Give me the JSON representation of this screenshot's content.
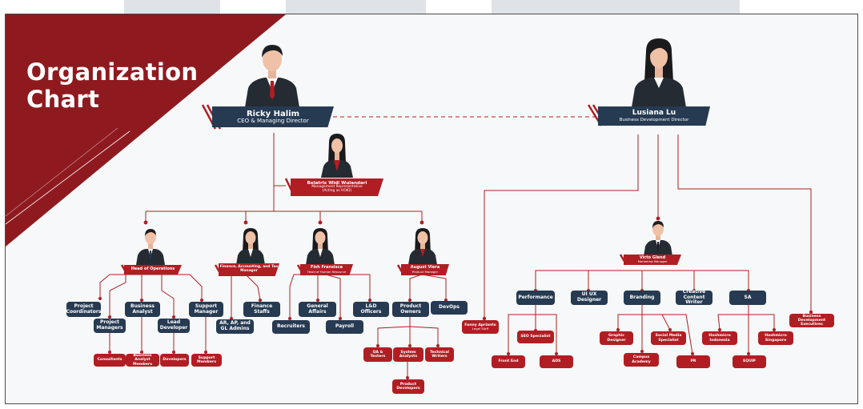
{
  "header": {
    "title_line1": "Organization",
    "title_line2": "Chart"
  },
  "colors": {
    "red": "#b01e24",
    "dark_red": "#8e1a1f",
    "navy": "#263a52",
    "background": "#f7f8f9"
  },
  "top": {
    "ceo": {
      "name": "Ricky Halim",
      "role": "CEO & Managing Director"
    },
    "bdd": {
      "name": "Lusiana Lu",
      "role": "Business Development Director"
    },
    "mr": {
      "name": "Belatrix Widi Wulandari",
      "role": "Management Representative",
      "note": "(Acting as HOID)"
    }
  },
  "heads": {
    "operations": {
      "role": "Head of Operations"
    },
    "finance": {
      "role": "Finance, Accounting, and Tax Manager"
    },
    "hr": {
      "name": "Fish Fransisca",
      "role": "Head of Human Resource"
    },
    "product": {
      "name": "August Viera",
      "role": "Product Manager"
    },
    "marketing": {
      "name": "Victo Glend",
      "role": "Marketing Manager"
    }
  },
  "nodes": {
    "project_coordinators": "Project Coordinators",
    "project_managers": "Project Managers",
    "business_analyst": "Business Analyst",
    "lead_developer": "Lead Developer",
    "support_manager": "Support Manager",
    "consultants": "Consultants",
    "business_analyst_members": "Business Analyst Members",
    "developers": "Developers",
    "support_members": "Support Members",
    "finance_staffs": "Finance Staffs",
    "ar_ap_gl": "AR, AP, and GL Admins",
    "general_affairs": "General Affairs",
    "recruiters": "Recruiters",
    "payroll": "Payroll",
    "ld_officers": "L&D Officers",
    "product_owners": "Product Owners",
    "devops": "DevOps",
    "qa_testers": "QA & Testers",
    "system_analysts": "System Analysts",
    "technical_writers": "Technical Writers",
    "product_developers": "Product Developers",
    "legal_name": "Fanny Aprianto",
    "legal_role": "Legal Staff",
    "performance": "Performance",
    "ui_ux": "UI UX Designer",
    "branding": "Branding",
    "creative_writer": "Creative Content Writer",
    "sa": "SA",
    "seo": "SEO Specialist",
    "front_end": "Front End",
    "ads": "ADS",
    "graphic_designer": "Graphic Designer",
    "social_media": "Social Media Specialist",
    "campus_academy": "Campus Academy",
    "pr": "PR",
    "hashmicro_id": "Hashmicro Indonesia",
    "hashmicro_sg": "Hashmicro Singapore",
    "equip": "EQUIP",
    "bd_exec": "Business Development Executives"
  }
}
